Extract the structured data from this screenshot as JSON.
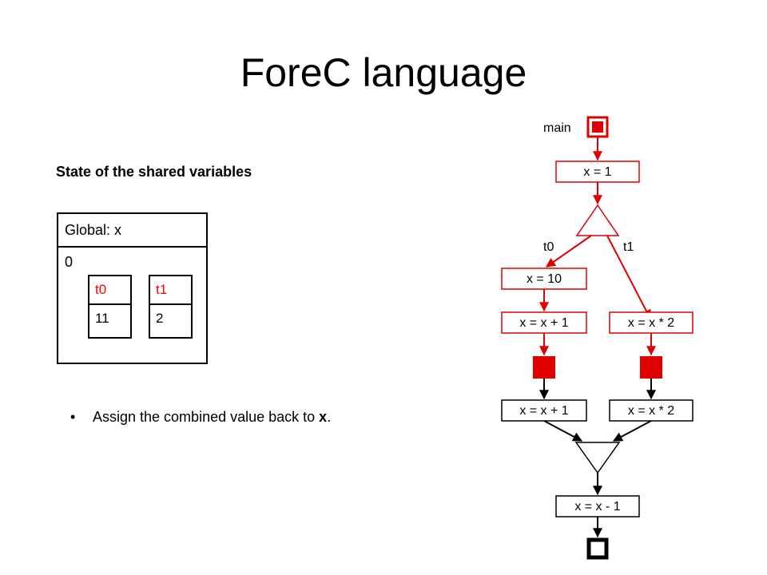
{
  "slide": {
    "title": "ForeC language",
    "subtitle": "State of the shared variables",
    "bullet_text": "Assign the combined value back to ",
    "bullet_var": "x",
    "bullet_end": "."
  },
  "state": {
    "global_label": "Global: x",
    "global_value": "0",
    "threads": [
      {
        "name": "t0",
        "value": "11"
      },
      {
        "name": "t1",
        "value": "2"
      }
    ]
  },
  "flow": {
    "main_label": "main",
    "init_stmt": "x = 1",
    "left_label": "t0",
    "right_label": "t1",
    "left_stmt1": "x = 10",
    "left_stmt2": "x = x + 1",
    "right_stmt1": "x = x * 2",
    "left_stmt3": "x = x + 1",
    "right_stmt3": "x = x * 2",
    "final_stmt": "x = x - 1"
  },
  "colors": {
    "active": "#e00000",
    "inactive": "#000000",
    "thread_name": "#ff0000"
  }
}
